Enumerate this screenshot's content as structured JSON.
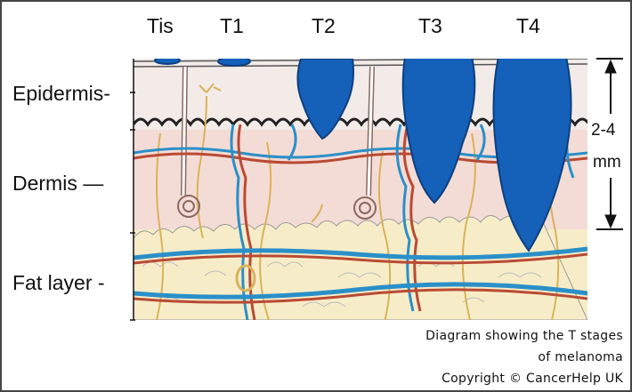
{
  "stages": {
    "tis": "Tis",
    "t1": "T1",
    "t2": "T2",
    "t3": "T3",
    "t4": "T4"
  },
  "layers": {
    "epidermis": "Epidermis",
    "dermis": "Dermis",
    "fat": "Fat layer"
  },
  "depth": {
    "line1": "2-4",
    "line2": "mm"
  },
  "caption": {
    "line1": "Diagram showing the T stages",
    "line2": "of melanoma",
    "line3": "Copyright © CancerHelp UK"
  },
  "colors": {
    "tumour": "#1560b8",
    "tumour_outline": "#0d3f80",
    "epidermis": "#f2ebe8",
    "dermis": "#f4dcd6",
    "fat": "#f6edc8",
    "vessel_blue": "#2b8fc8",
    "vessel_red": "#b94a34",
    "nerve": "#d9b25a"
  }
}
